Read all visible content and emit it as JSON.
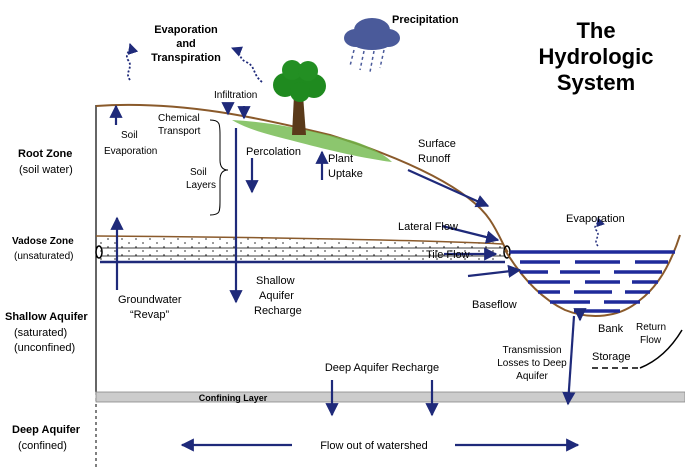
{
  "title_lines": [
    "The",
    "Hydrologic",
    "System"
  ],
  "zones": {
    "root_zone": {
      "name": "Root Zone",
      "sub": "(soil water)"
    },
    "vadose_zone": {
      "name": "Vadose Zone",
      "sub": "(unsaturated)"
    },
    "shallow_aquifer": {
      "name": "Shallow Aquifer",
      "sub1": "(saturated)",
      "sub2": "(unconfined)"
    },
    "deep_aquifer": {
      "name": "Deep Aquifer",
      "sub": "(confined)"
    }
  },
  "labels": {
    "precipitation": "Precipitation",
    "evap_transp_1": "Evaporation",
    "evap_transp_2": "and",
    "evap_transp_3": "Transpiration",
    "infiltration": "Infiltration",
    "chemical_1": "Chemical",
    "chemical_2": "Transport",
    "soil_evap_1": "Soil",
    "soil_evap_2": "Evaporation",
    "soil_layers_1": "Soil",
    "soil_layers_2": "Layers",
    "percolation": "Percolation",
    "plant_uptake_1": "Plant",
    "plant_uptake_2": "Uptake",
    "surface_runoff_1": "Surface",
    "surface_runoff_2": "Runoff",
    "lateral_flow": "Lateral Flow",
    "tile_flow": "Tile Flow",
    "evaporation_stream": "Evaporation",
    "groundwater_1": "Groundwater",
    "groundwater_2": "“Revap”",
    "shallow_recharge_1": "Shallow",
    "shallow_recharge_2": "Aquifer",
    "shallow_recharge_3": "Recharge",
    "baseflow": "Baseflow",
    "bank_storage_1": "Bank",
    "bank_storage_2": "Storage",
    "return_flow_1": "Return",
    "return_flow_2": "Flow",
    "transmission_1": "Transmission",
    "transmission_2": "Losses to Deep",
    "transmission_3": "Aquifer",
    "deep_recharge": "Deep Aquifer Recharge",
    "confining_layer": "Confining Layer",
    "flow_out": "Flow out of watershed"
  },
  "colors": {
    "arrow": "#1f2a7a",
    "ground_line": "#8a5a2b",
    "water": "#1f2a9a",
    "grass": "#6fb84a",
    "tree_canopy": "#1f8a1f",
    "trunk": "#5a3a1a",
    "cloud": "#4a5a9a",
    "confining": "#cccccc"
  }
}
